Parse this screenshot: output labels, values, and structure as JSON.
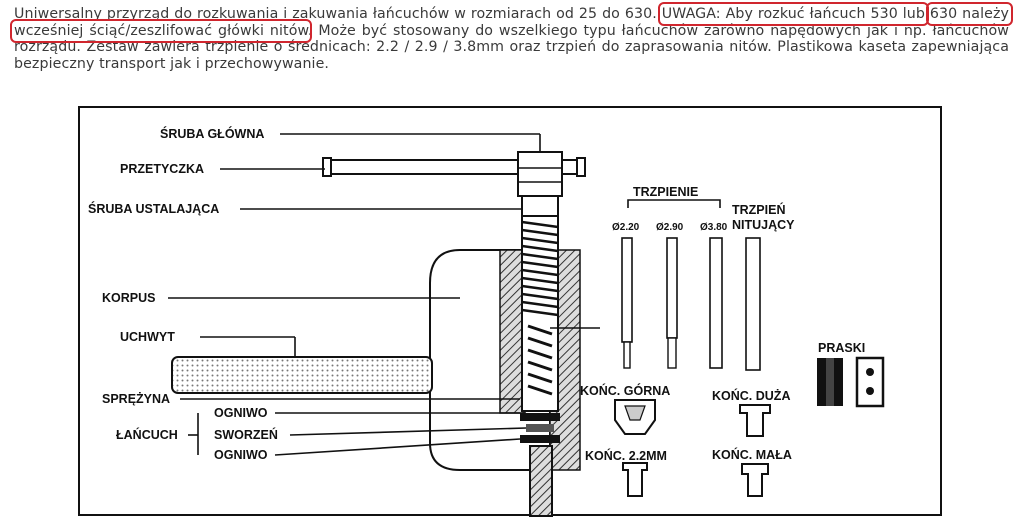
{
  "description": {
    "part1": "Uniwersalny przyrząd do rozkuwania i zakuwania łańcuchów w rozmiarach od 25 do 630. ",
    "highlight1": "UWAGA: Aby  rozkuć łańcuch 530 lub",
    "highlight2": "630 należy wcześniej ściąć/zeszlifować główki nitów",
    "part2": ". Może być stosowany do wszelkiego typu łańcuchów zarówno napędowych jak i np. łańcuchów rozrządu. Zestaw zawiera trzpienie o średnicach: 2.2 / 2.9 / 3.8mm oraz trzpień do zaprasowania nitów. Plastikowa kaseta zapewniająca bezpieczny transport jak i przechowywanie."
  },
  "diagram": {
    "labels": {
      "sruba_glowna": "ŚRUBA GŁÓWNA",
      "przetyczka": "PRZETYCZKA",
      "sruba_ustalajaca": "ŚRUBA USTALAJĄCA",
      "korpus": "KORPUS",
      "uchwyt": "UCHWYT",
      "sprezyna": "SPRĘŻYNA",
      "lancuch": "ŁAŃCUCH",
      "ogniwo_top": "OGNIWO",
      "sworzen": "SWORZEŃ",
      "ogniwo_bottom": "OGNIWO",
      "trzpienie": "TRZPIENIE",
      "pin_1": "Ø2.20",
      "pin_2": "Ø2.90",
      "pin_3": "Ø3.80",
      "trzpien_nitujacy_1": "TRZPIEŃ",
      "trzpien_nitujacy_2": "NITUJĄCY",
      "praski": "PRASKI",
      "konc_gorna": "KOŃC. GÓRNA",
      "konc_duza": "KOŃC. DUŻA",
      "konc_22": "KOŃC. 2.2MM",
      "konc_mala": "KOŃC. MAŁA"
    }
  }
}
